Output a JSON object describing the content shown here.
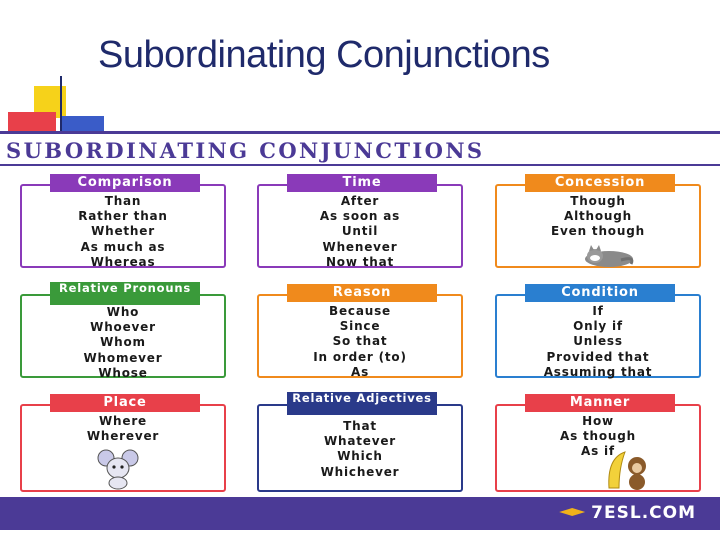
{
  "slide": {
    "title": "Subordinating Conjunctions"
  },
  "poster": {
    "banner": "SUBORDINATING CONJUNCTIONS",
    "footer_logo": "7ESL.COM",
    "categories": [
      {
        "name": "Comparison",
        "color": "#8a3ab9",
        "items": [
          "Than",
          "Rather than",
          "Whether",
          "As much as",
          "Whereas"
        ]
      },
      {
        "name": "Time",
        "color": "#8a3ab9",
        "items": [
          "After",
          "As soon as",
          "Until",
          "Whenever",
          "Now that"
        ]
      },
      {
        "name": "Concession",
        "color": "#f08a1c",
        "items": [
          "Though",
          "Although",
          "Even though"
        ]
      },
      {
        "name": "Relative Pronouns",
        "color": "#3a9a3a",
        "items": [
          "Who",
          "Whoever",
          "Whom",
          "Whomever",
          "Whose"
        ]
      },
      {
        "name": "Reason",
        "color": "#f08a1c",
        "items": [
          "Because",
          "Since",
          "So that",
          "In order (to)",
          "As"
        ]
      },
      {
        "name": "Condition",
        "color": "#2a7fd0",
        "items": [
          "If",
          "Only if",
          "Unless",
          "Provided that",
          "Assuming that"
        ]
      },
      {
        "name": "Place",
        "color": "#e8404a",
        "items": [
          "Where",
          "Wherever"
        ]
      },
      {
        "name": "Relative Adjectives",
        "color": "#2a3a8a",
        "items": [
          "That",
          "Whatever",
          "Which",
          "Whichever"
        ]
      },
      {
        "name": "Manner",
        "color": "#e8404a",
        "items": [
          "How",
          "As though",
          "As if"
        ]
      }
    ]
  }
}
